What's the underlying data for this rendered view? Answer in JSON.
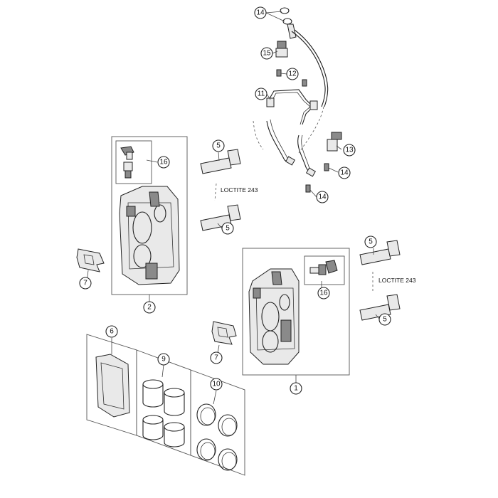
{
  "callouts": {
    "c1": "1",
    "c2": "2",
    "c5a": "5",
    "c5b": "5",
    "c5c": "5",
    "c5d": "5",
    "c6": "6",
    "c7a": "7",
    "c7b": "7",
    "c9": "9",
    "c10": "10",
    "c11": "11",
    "c12": "12",
    "c13": "13",
    "c14a": "14",
    "c14b": "14",
    "c14c": "14",
    "c15": "15",
    "c16a": "16",
    "c16b": "16"
  },
  "notes": {
    "loctite_left": "LOCTITE 243",
    "loctite_right": "LOCTITE 243"
  }
}
